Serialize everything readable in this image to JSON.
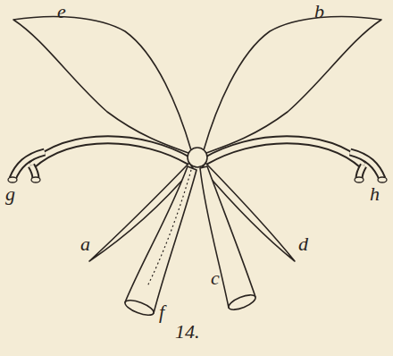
{
  "diagram": {
    "labels": [
      "e",
      "b",
      "g",
      "a",
      "f",
      "c",
      "d",
      "h",
      "14."
    ]
  }
}
